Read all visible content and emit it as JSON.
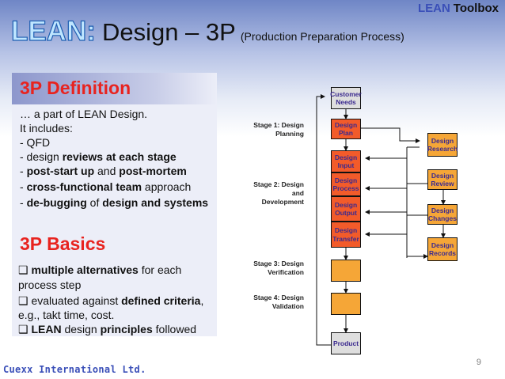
{
  "header": {
    "toolbox_lean": "LEAN",
    "toolbox_word": "Toolbox",
    "title_lean": "LEAN:",
    "title_main": "Design – 3P",
    "title_sub": "(Production Preparation Process)"
  },
  "definition": {
    "heading": "3P Definition",
    "lines": [
      "… a part of LEAN Design.",
      "It includes:",
      "- QFD"
    ],
    "items": [
      {
        "pre": "- design ",
        "bold": "reviews at each stage",
        "post": ""
      },
      {
        "pre": "- ",
        "bold": "post-start up",
        "mid": " and ",
        "bold2": "post-mortem",
        "post": ""
      },
      {
        "pre": "- ",
        "bold": "cross-functional team",
        "post": " approach"
      },
      {
        "pre": "- ",
        "bold": "de-bugging",
        "mid": " of ",
        "bold2": "design and systems",
        "post": ""
      }
    ]
  },
  "basics": {
    "heading": "3P Basics",
    "b1_bold": "multiple alternatives",
    "b1_rest": " for each",
    "b1_line2": "process step",
    "b2_pre": "evaluated against ",
    "b2_bold": "defined criteria",
    "b2_post": ",",
    "b2_line2": "e.g., takt time, cost.",
    "b3_bold1": "LEAN",
    "b3_mid": " design ",
    "b3_bold2": "principles",
    "b3_post": " followed"
  },
  "diagram": {
    "stages": [
      "Stage 1: Design Planning",
      "Stage 2: Design and Development",
      "Stage 3: Design Verification",
      "Stage 4: Design Validation"
    ],
    "stage_lines": [
      [
        "Stage 1: Design",
        "Planning"
      ],
      [
        "Stage 2: Design",
        "and",
        "Development"
      ],
      [
        "Stage 3: Design",
        "Verification"
      ],
      [
        "Stage 4: Design",
        "Validation"
      ]
    ],
    "customer_needs": [
      "Customer",
      "Needs"
    ],
    "design_plan": [
      "Design",
      "Plan"
    ],
    "design_input": [
      "Design",
      "Input"
    ],
    "design_process": [
      "Design",
      "Process"
    ],
    "design_output": [
      "Design",
      "Output"
    ],
    "design_transfer": [
      "Design",
      "Transfer"
    ],
    "design_research": [
      "Design",
      "Research"
    ],
    "design_review": [
      "Design",
      "Review"
    ],
    "design_changes": [
      "Design",
      "Changes"
    ],
    "design_records": [
      "Design",
      "Records"
    ],
    "product": "Product",
    "colors": {
      "red": "#f25b2a",
      "orange": "#f5a637",
      "gray": "#dedede"
    }
  },
  "page_number": "9",
  "footer": "Cuexx International Ltd."
}
